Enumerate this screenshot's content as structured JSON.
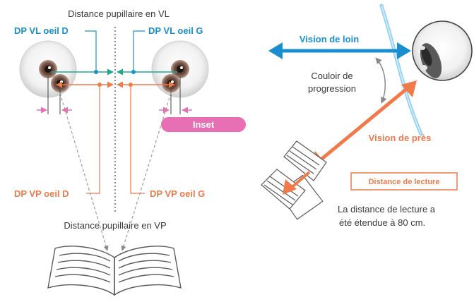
{
  "left_panel": {
    "title_vl": "Distance pupillaire en VL",
    "title_vp": "Distance pupillaire en VP",
    "dp_vl_right": "DP VL oeil D",
    "dp_vl_left": "DP VL oeil G",
    "dp_vp_right": "DP VP oeil D",
    "dp_vp_left": "DP VP oeil G",
    "inset_label": "Inset"
  },
  "right_panel": {
    "far_vision": "Vision de loin",
    "corridor_line1": "Couloir de",
    "corridor_line2": "progression",
    "near_vision": "Vision de près",
    "reading_distance_box": "Distance de lecture",
    "note_line1": "La distance de lecture a",
    "note_line2": "été étendue à 80 cm."
  },
  "colors": {
    "blue": "#1a8fd0",
    "orange": "#f07a4a",
    "teal": "#1fa88f",
    "pink": "#e96fb4",
    "lens": "#8fd0f2",
    "text": "#3a3a3a"
  }
}
